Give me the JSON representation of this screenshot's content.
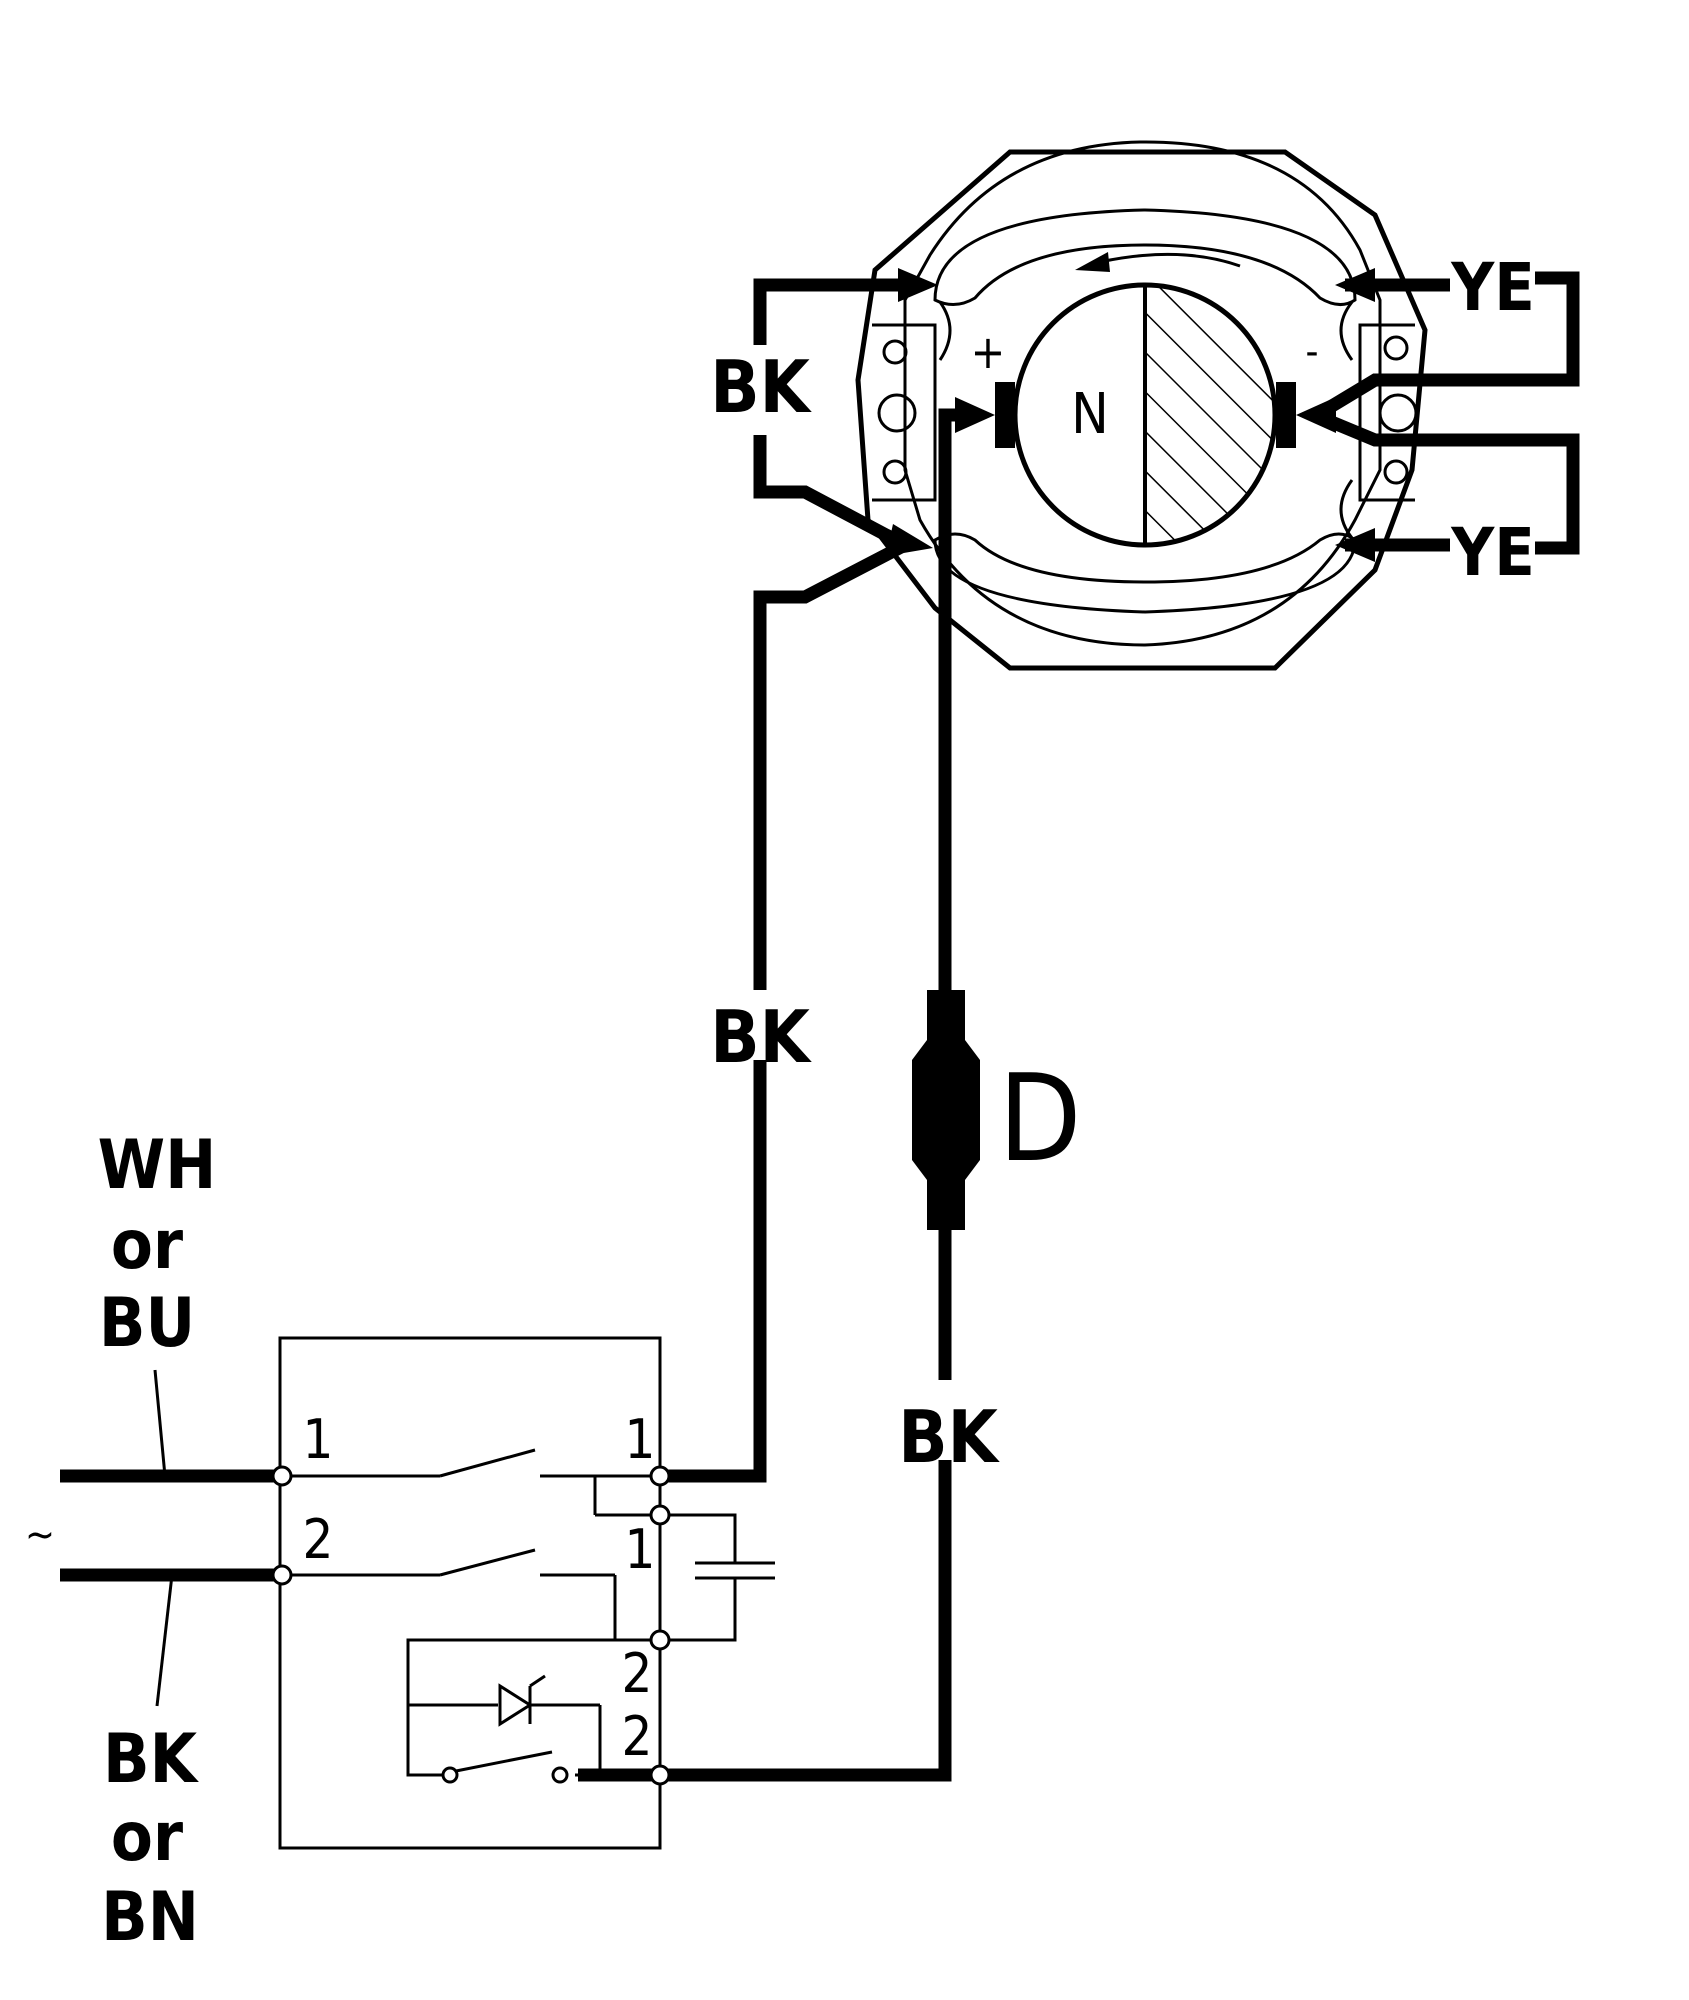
{
  "wire_labels": {
    "bk_upper": "BK",
    "bk_middle": "BK",
    "bk_lower": "BK",
    "ye_upper": "YE",
    "ye_lower": "YE"
  },
  "mains_labels": {
    "top_line1": "WH",
    "top_line2": "or",
    "top_line3": "BU",
    "bottom_line1": "BK",
    "bottom_line2": "or",
    "bottom_line3": "BN",
    "ac_symbol": "~"
  },
  "motor_labels": {
    "plus": "+",
    "minus": "-",
    "magnet_pole": "N"
  },
  "component_labels": {
    "inline_component": "D"
  },
  "terminal_labels": {
    "left_1": "1",
    "left_2": "2",
    "right_1a": "1",
    "right_1b": "1",
    "right_2a": "2",
    "right_2b": "2"
  },
  "colors": {
    "line": "#000000",
    "background": "#ffffff"
  }
}
